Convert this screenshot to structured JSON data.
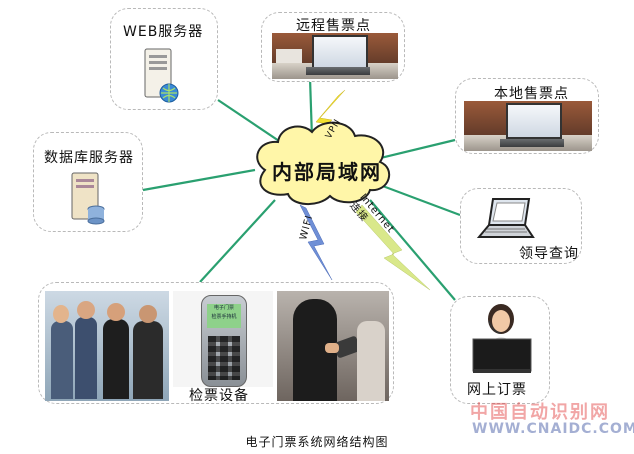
{
  "center": {
    "label": "内部局域网"
  },
  "nodes": {
    "web_server": {
      "label": "WEB服务器"
    },
    "db_server": {
      "label": "数据库服务器"
    },
    "remote_sales": {
      "label": "远程售票点"
    },
    "local_sales": {
      "label": "本地售票点"
    },
    "leader_query": {
      "label": "领导查询"
    },
    "online_booking": {
      "label": "网上订票"
    },
    "ticket_check": {
      "label": "检票设备",
      "device_screen_text": "电子门票\n检票手持机"
    }
  },
  "links": {
    "vpn": "VPN",
    "wifi": "WIFI",
    "internet": "Internet\n连接"
  },
  "caption": "电子门票系统网络结构图",
  "watermark": {
    "line1": "中国自动识别网",
    "line2": "WWW.CNAIDC.COM"
  },
  "colors": {
    "link_line": "#2aa070",
    "lightning_yellow": "#f2e030",
    "lightning_blue": "#6f8fd6",
    "lightning_green": "#d9e88a",
    "cloud_fill": "#fff6a8"
  }
}
